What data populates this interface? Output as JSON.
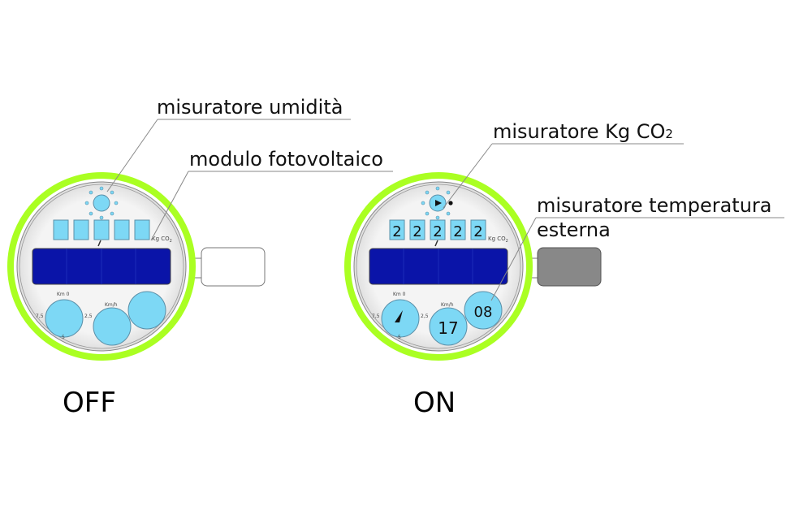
{
  "labels": {
    "humidity_meter": "misuratore umidità",
    "pv_module": "modulo fotovoltaico",
    "co2_meter": "misuratore Kg CO",
    "co2_subscript": "2",
    "temperature_meter_line1": "misuratore temperatura",
    "temperature_meter_line2": "esterna"
  },
  "states": {
    "off": "OFF",
    "on": "ON"
  },
  "dial": {
    "co2_unit": "Kg CO",
    "co2_unit_subscript": "2",
    "km_zero": "Km 0",
    "km_h": "Km/h",
    "tick_7_5": "7,5",
    "tick_2_5": "2,5",
    "tick_5": "5"
  },
  "on_readings": {
    "co2_digits": [
      "2",
      "2",
      "2",
      "2",
      "2"
    ],
    "speed": "17",
    "temperature": "08"
  },
  "colors": {
    "ring": "#aaff22",
    "element": "#7dd8f5",
    "panel": "#0a14a8",
    "on_sensor_box": "#888888",
    "off_sensor_box": "#ffffff"
  }
}
